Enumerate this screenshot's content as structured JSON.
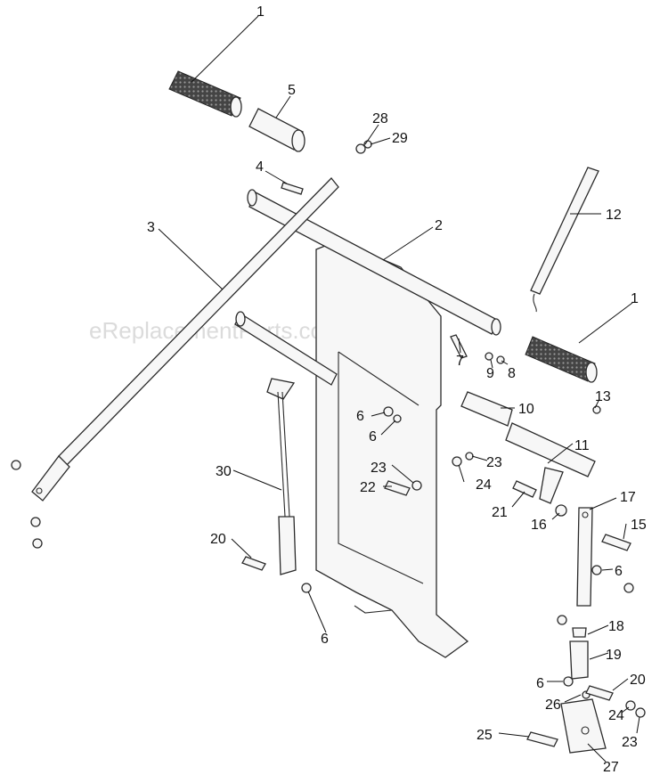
{
  "watermark": "eReplacementParts.com",
  "callouts": [
    "1",
    "5",
    "28",
    "29",
    "4",
    "2",
    "3",
    "12",
    "1",
    "7",
    "9",
    "8",
    "13",
    "6",
    "6",
    "10",
    "11",
    "30",
    "23",
    "22",
    "23",
    "24",
    "21",
    "16",
    "17",
    "15",
    "20",
    "6",
    "6",
    "18",
    "19",
    "6",
    "20",
    "26",
    "24",
    "23",
    "25",
    "27"
  ]
}
